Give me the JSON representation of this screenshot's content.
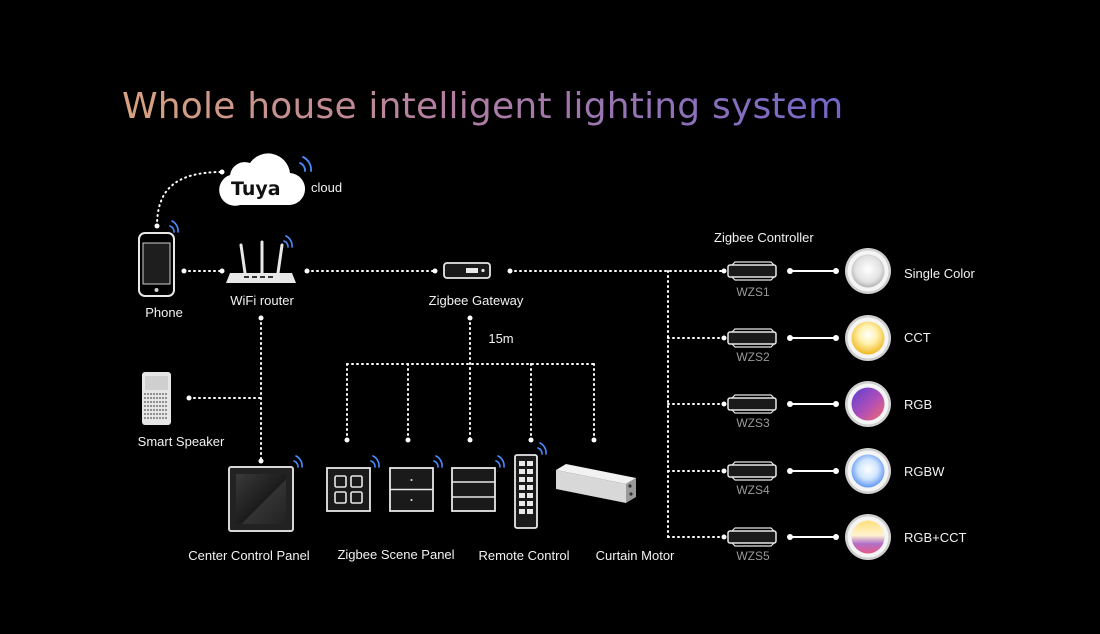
{
  "title": "Whole house intelligent lighting system",
  "cloud": {
    "brand": "Tuya",
    "label": "cloud"
  },
  "devices": {
    "phone": "Phone",
    "router": "WiFi router",
    "gateway": "Zigbee Gateway",
    "distance": "15m",
    "speaker": "Smart Speaker",
    "center_panel": "Center Control Panel",
    "scene_panel": "Zigbee Scene Panel",
    "remote": "Remote Control",
    "curtain": "Curtain Motor"
  },
  "controller_header": "Zigbee Controller",
  "controllers": [
    {
      "id": "WZS1",
      "type": "Single Color"
    },
    {
      "id": "WZS2",
      "type": "CCT"
    },
    {
      "id": "WZS3",
      "type": "RGB"
    },
    {
      "id": "WZS4",
      "type": "RGBW"
    },
    {
      "id": "WZS5",
      "type": "RGB+CCT"
    }
  ],
  "colors": {
    "background": "#000000",
    "line": "#ffffff",
    "title_start": "#d9a27f",
    "title_end": "#7466c9"
  }
}
